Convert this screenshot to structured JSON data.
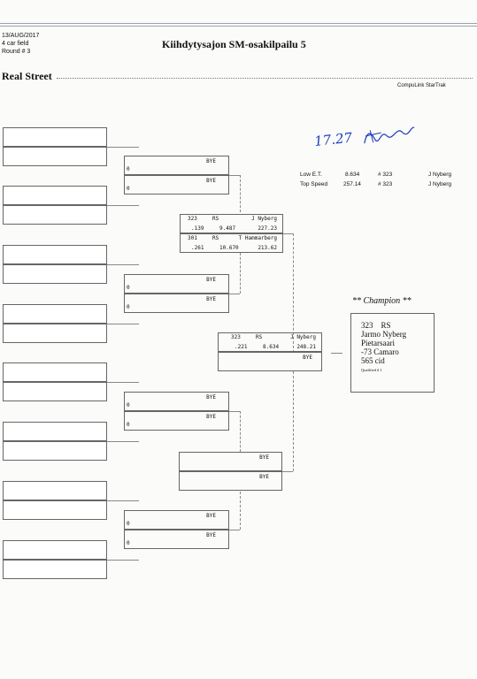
{
  "header": {
    "date": "13/AUG/2017",
    "field": "4 car field",
    "round": "Round # 3",
    "title": "Kiihdytysajon SM-osakilpailu 5",
    "class_name": "Real Street",
    "brand": "CompuLink StarTrak"
  },
  "handwritten_note": "17.27",
  "stats": {
    "low_et": {
      "label": "Low E.T.",
      "value": "8.634",
      "car": "# 323",
      "driver": "J Nyberg"
    },
    "top_speed": {
      "label": "Top Speed",
      "value": "257.14",
      "car": "# 323",
      "driver": "J Nyberg"
    }
  },
  "bye": "BYE",
  "lane_zero": "0",
  "semi": {
    "top": {
      "car": "323",
      "cls": "RS",
      "driver": "J Nyberg",
      "rt": ".139",
      "et": "9.487",
      "mph": "227.23"
    },
    "bottom": {
      "car": "301",
      "cls": "RS",
      "driver": "T Hammarberg",
      "rt": ".261",
      "et": "10.670",
      "mph": "213.62"
    }
  },
  "final": {
    "car": "323",
    "cls": "RS",
    "driver": "J Nyberg",
    "rt": ".221",
    "et": "8.634",
    "mph": "248.21"
  },
  "champion": {
    "title": "** Champion **",
    "car": "323",
    "cls": "RS",
    "name": "Jarmo Nyberg",
    "town": "Pietarsaari",
    "car_model": "-73 Camaro",
    "engine": "565 cid",
    "qualified": "Qualified # 1"
  }
}
